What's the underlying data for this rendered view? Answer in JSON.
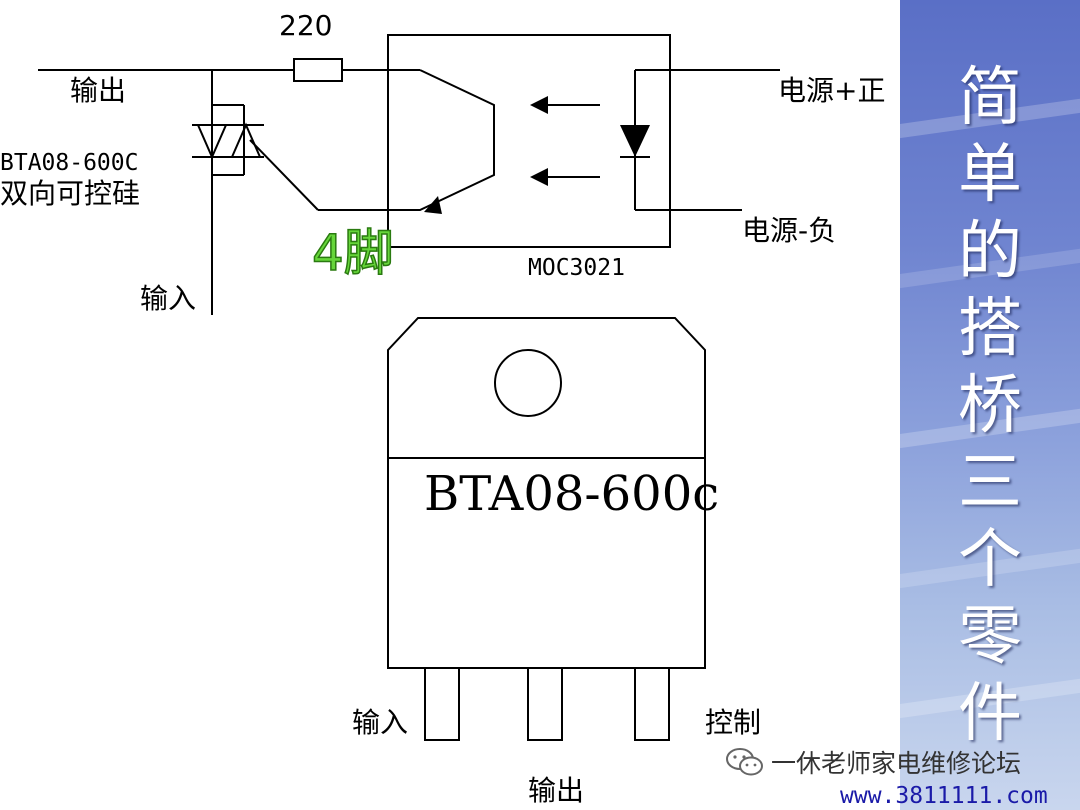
{
  "labels": {
    "resistor_value": "220",
    "output_top": "输出",
    "triac_model": "BTA08-600C",
    "triac_desc": "双向可控硅",
    "input_left": "输入",
    "pin4": "4脚",
    "optocoupler": "MOC3021",
    "power_positive": "电源+正",
    "power_negative": "电源-负",
    "package_model": "BTA08-600c",
    "pin_input": "输入",
    "pin_output": "输出",
    "pin_control": "控制"
  },
  "side_title": [
    "简",
    "单",
    "的",
    "搭",
    "桥",
    "三",
    "个",
    "零",
    "件"
  ],
  "watermark": {
    "text": "一休老师家电维修论坛",
    "url": "www.3811111.com",
    "icon": "wechat-icon"
  },
  "colors": {
    "line": "#000000",
    "pin4_fill": "#66d63a",
    "panel_top": "#5a6fc6",
    "url": "#1a1aa8"
  }
}
